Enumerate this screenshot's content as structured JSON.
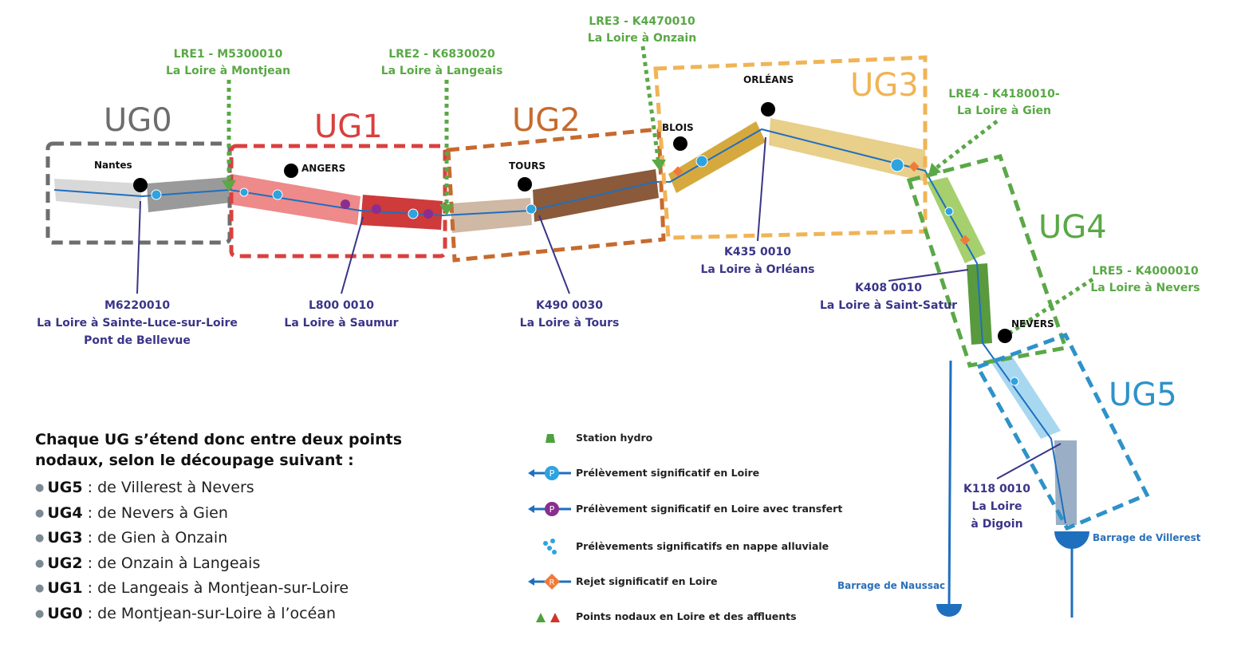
{
  "ug_labels": [
    {
      "name": "UG0",
      "color": "#6d6d6d"
    },
    {
      "name": "UG1",
      "color": "#d9403e"
    },
    {
      "name": "UG2",
      "color": "#c66a2e"
    },
    {
      "name": "UG3",
      "color": "#f0b456"
    },
    {
      "name": "UG4",
      "color": "#5aa847"
    },
    {
      "name": "UG5",
      "color": "#2e92c9"
    }
  ],
  "cities": [
    "Nantes",
    "ANGERS",
    "TOURS",
    "BLOIS",
    "ORLÉANS",
    "NEVERS"
  ],
  "lre_points": [
    {
      "code": "LRE1 - M5300010",
      "place": "La Loire à Montjean"
    },
    {
      "code": "LRE2 - K6830020",
      "place": "La Loire à Langeais"
    },
    {
      "code": "LRE3 - K4470010",
      "place": "La Loire à Onzain"
    },
    {
      "code": "LRE4 - K4180010-",
      "place": "La Loire à Gien"
    },
    {
      "code": "LRE5 - K4000010",
      "place": "La Loire à Nevers"
    }
  ],
  "stations": [
    {
      "code": "M6220010",
      "place": "La Loire à Sainte-Luce-sur-Loire",
      "extra": "Pont de Bellevue"
    },
    {
      "code": "L800 0010",
      "place": "La Loire à Saumur"
    },
    {
      "code": "K490 0030",
      "place": "La Loire à Tours"
    },
    {
      "code": "K435 0010",
      "place": "La Loire à Orléans"
    },
    {
      "code": "K408 0010",
      "place": "La Loire à Saint-Satur"
    },
    {
      "code": "K118 0010",
      "place": "La Loire",
      "extra": "à Digoin"
    }
  ],
  "dams": [
    "Barrage de Naussac",
    "Barrage de Villerest"
  ],
  "description": {
    "intro": "Chaque UG s’étend donc entre deux points nodaux, selon le découpage suivant :",
    "items": [
      {
        "ug": "UG5",
        "text": " : de Villerest à Nevers"
      },
      {
        "ug": "UG4",
        "text": " : de Nevers à Gien"
      },
      {
        "ug": "UG3",
        "text": " : de Gien à Onzain"
      },
      {
        "ug": "UG2",
        "text": " : de Onzain à Langeais"
      },
      {
        "ug": "UG1",
        "text": " : de Langeais à Montjean-sur-Loire"
      },
      {
        "ug": "UG0",
        "text": " : de Montjean-sur-Loire à l’océan"
      }
    ]
  },
  "legend": [
    {
      "icon": "station-hydro-icon",
      "label": "Station hydro"
    },
    {
      "icon": "prelevement-icon",
      "label": "Prélèvement significatif en Loire",
      "symbol": "P"
    },
    {
      "icon": "prelevement-transfert-icon",
      "label": "Prélèvement significatif en Loire avec transfert",
      "symbol": "P"
    },
    {
      "icon": "nappe-alluviale-icon",
      "label": "Prélèvements significatifs en nappe alluviale"
    },
    {
      "icon": "rejet-icon",
      "label": "Rejet significatif en Loire",
      "symbol": "R"
    },
    {
      "icon": "points-nodaux-icon",
      "label": "Points nodaux en Loire et des affluents"
    }
  ],
  "colors": {
    "river": "#1f6fbf",
    "station_arrow": "#3a3587",
    "lre": "#5aa847",
    "prelevement": "#2ea3e0",
    "transfert": "#8a2e8e",
    "rejet": "#f07a3a",
    "node_red": "#d0342c"
  }
}
